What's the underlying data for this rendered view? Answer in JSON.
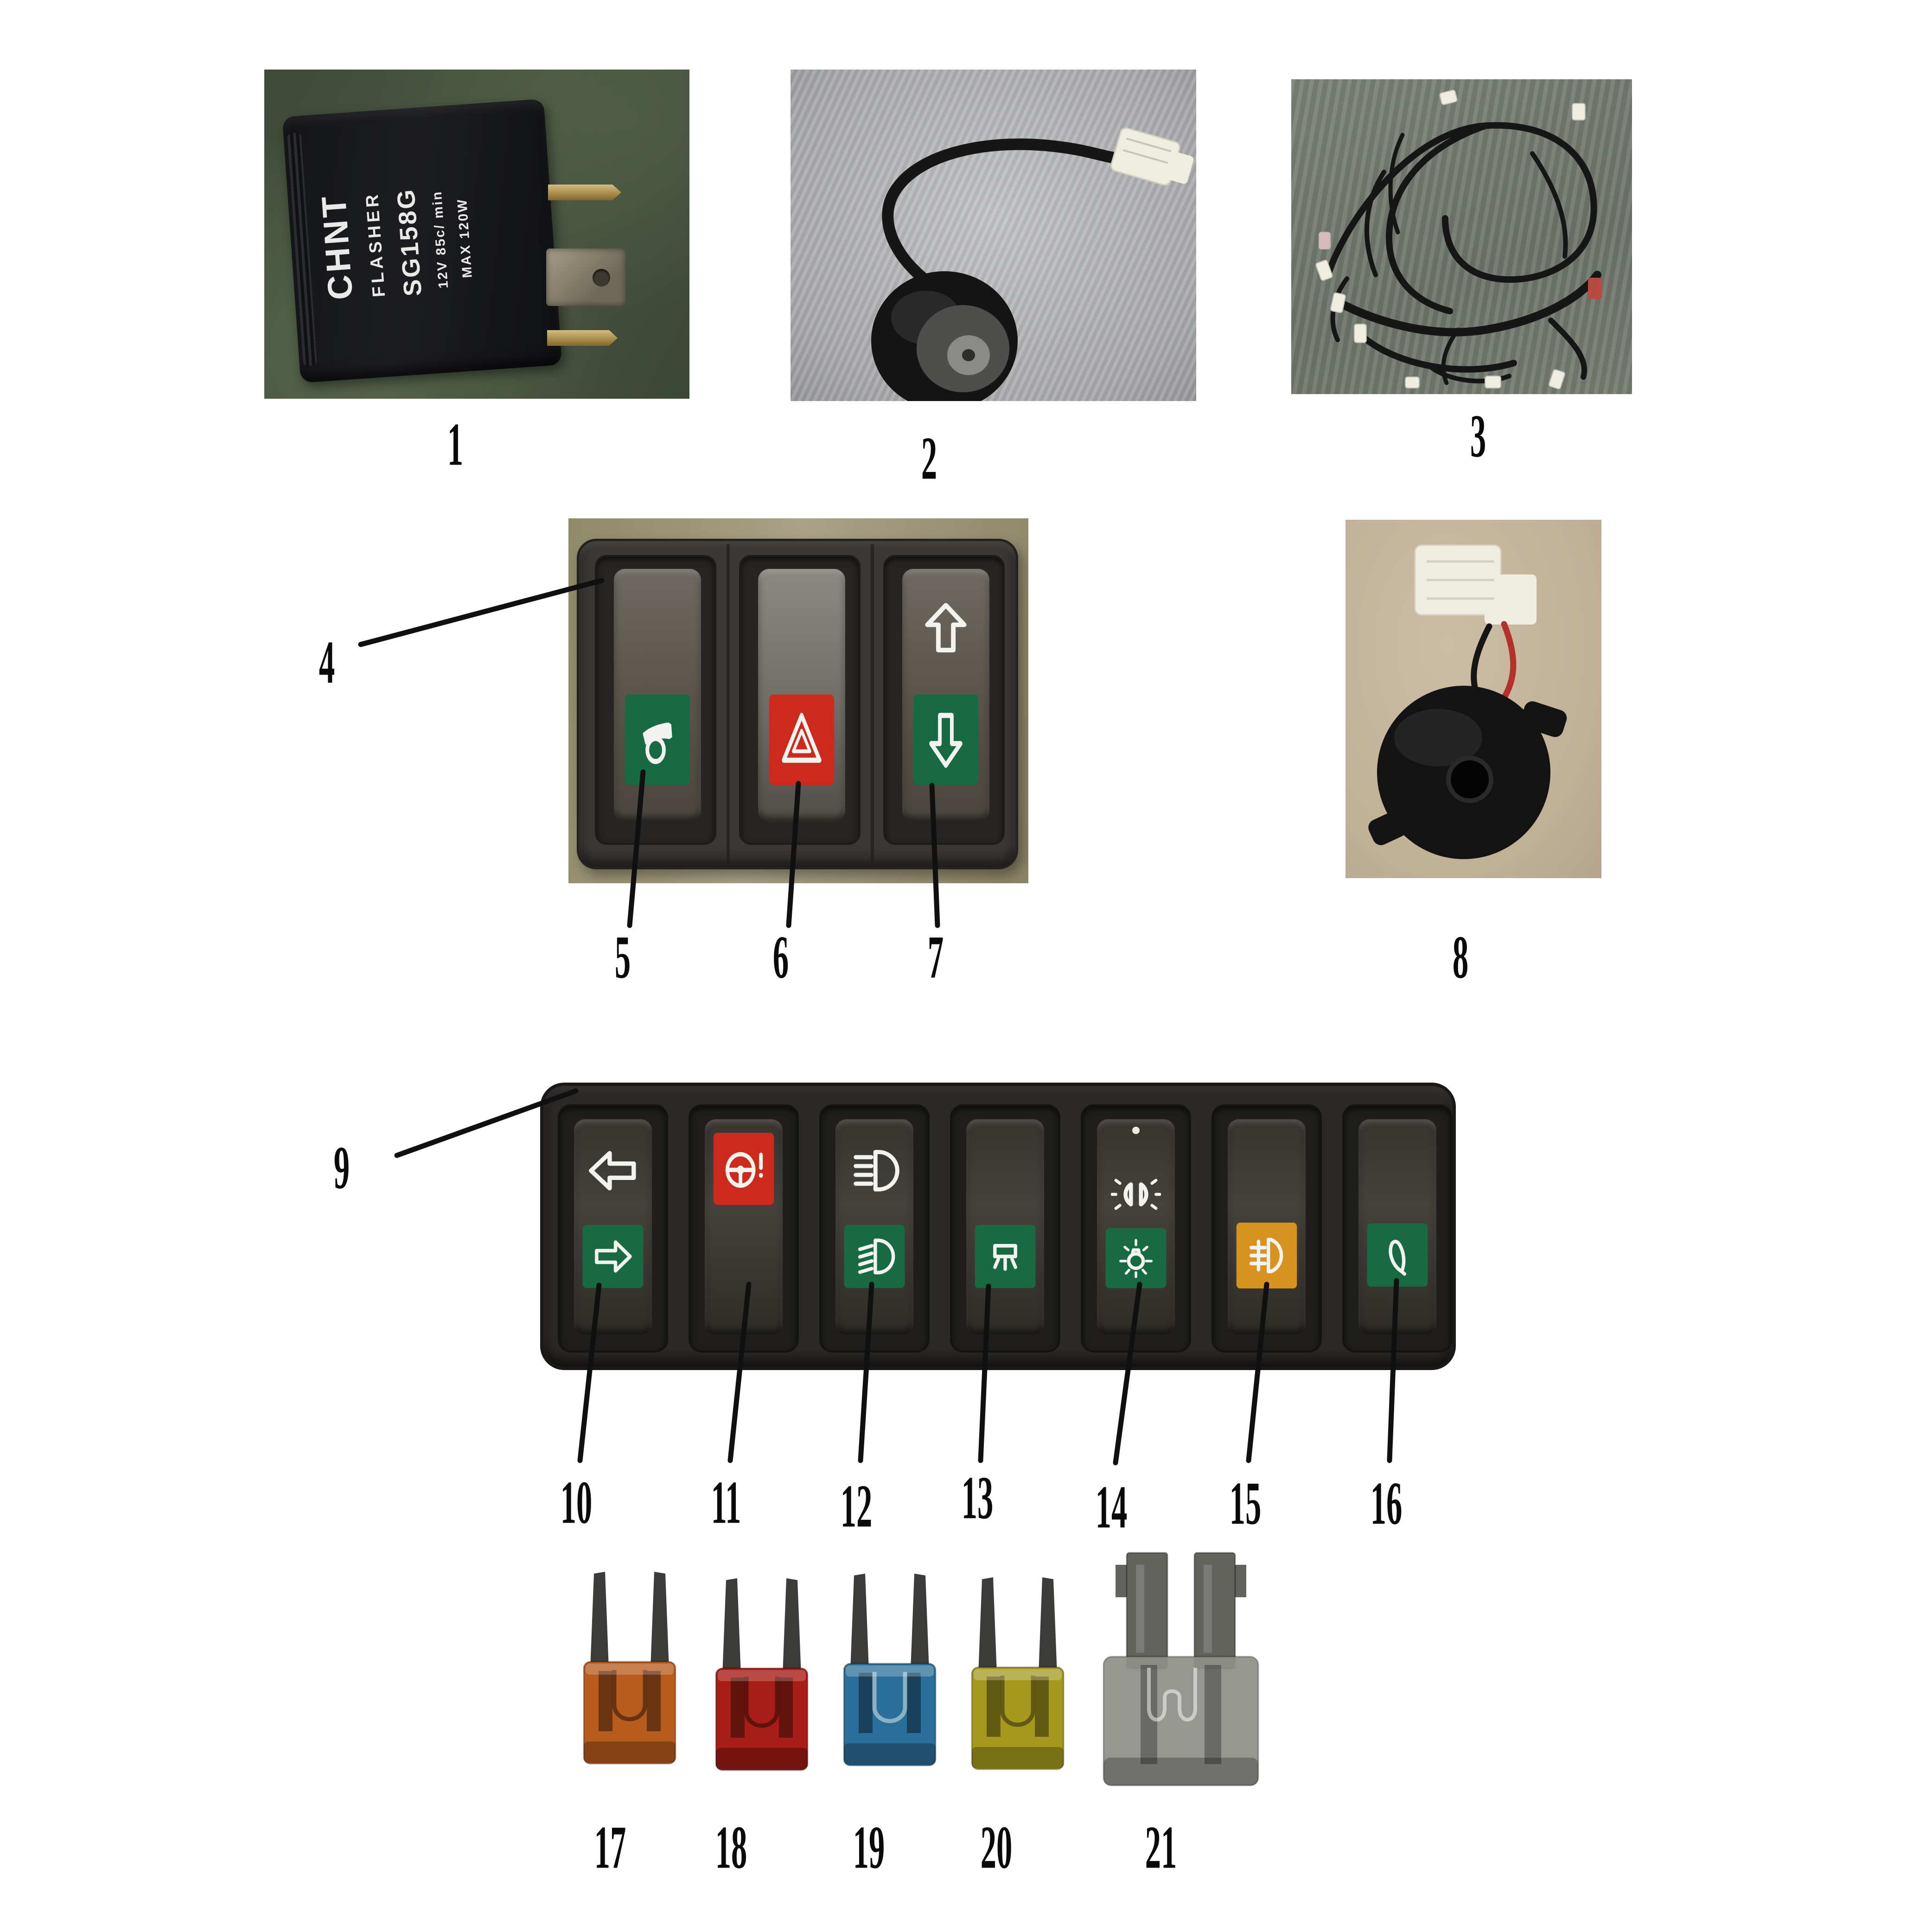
{
  "captions": [
    "1",
    "2",
    "3",
    "4",
    "5",
    "6",
    "7",
    "8",
    "9",
    "10",
    "11",
    "12",
    "13",
    "14",
    "15",
    "16",
    "17",
    "18",
    "19",
    "20",
    "21"
  ],
  "relay_label": {
    "brand": "CHNT",
    "product": "FLASHER",
    "model": "SG158G",
    "spec_line1": "12V  85c/ min",
    "spec_line2": "MAX   120W"
  },
  "icons": {
    "small_panel_switches": [
      "horn-icon",
      "hazard-warning-icon",
      "arrow-up-icon",
      "arrow-down-icon"
    ],
    "large_panel_switches": [
      "arrow-left-icon",
      "arrow-right-icon",
      "steering-warning-icon",
      "high-beam-icon",
      "low-beam-icon",
      "cab-light-icon",
      "position-light-icon",
      "work-light-icon",
      "fog-light-icon",
      "wiper-icon"
    ]
  },
  "colors": {
    "page_bg": "#ffffff",
    "caption_text": "#0a0a0a",
    "leader_line": "#101010",
    "photo1_bg": "#46523f",
    "photo2_bg": "#b6b7b9",
    "photo3_bg": "#767d73",
    "photo4_bg": "#8d8868",
    "photo8_bg": "#c6b69d",
    "relay_body": "#191a1c",
    "relay_text": "#e9e9e7",
    "pin_gold": "#ab9054",
    "blade_metal": "#837d6c",
    "panel_small_body": "#3a3734",
    "panel_large_body": "#2b2927",
    "slot_recess": "#1e1d1b",
    "green_patch": "#186a42",
    "red_patch": "#cb2a1c",
    "amber_patch": "#d8921f",
    "icon_stroke": "#f2f2ee",
    "wire_black": "#161616",
    "wire_green": "#2b7d4f",
    "wire_red": "#b5302a",
    "connector_white": "#efece0",
    "connector_red": "#b94a42",
    "fuse_orange": "#b85c1e",
    "fuse_red": "#a81e16",
    "fuse_blue": "#2a6f99",
    "fuse_yellow": "#a5981f",
    "fuse_gray_body": "#90908a",
    "fuse_gray_blade": "#63635e",
    "fuse_prong": "#3b3b39"
  }
}
